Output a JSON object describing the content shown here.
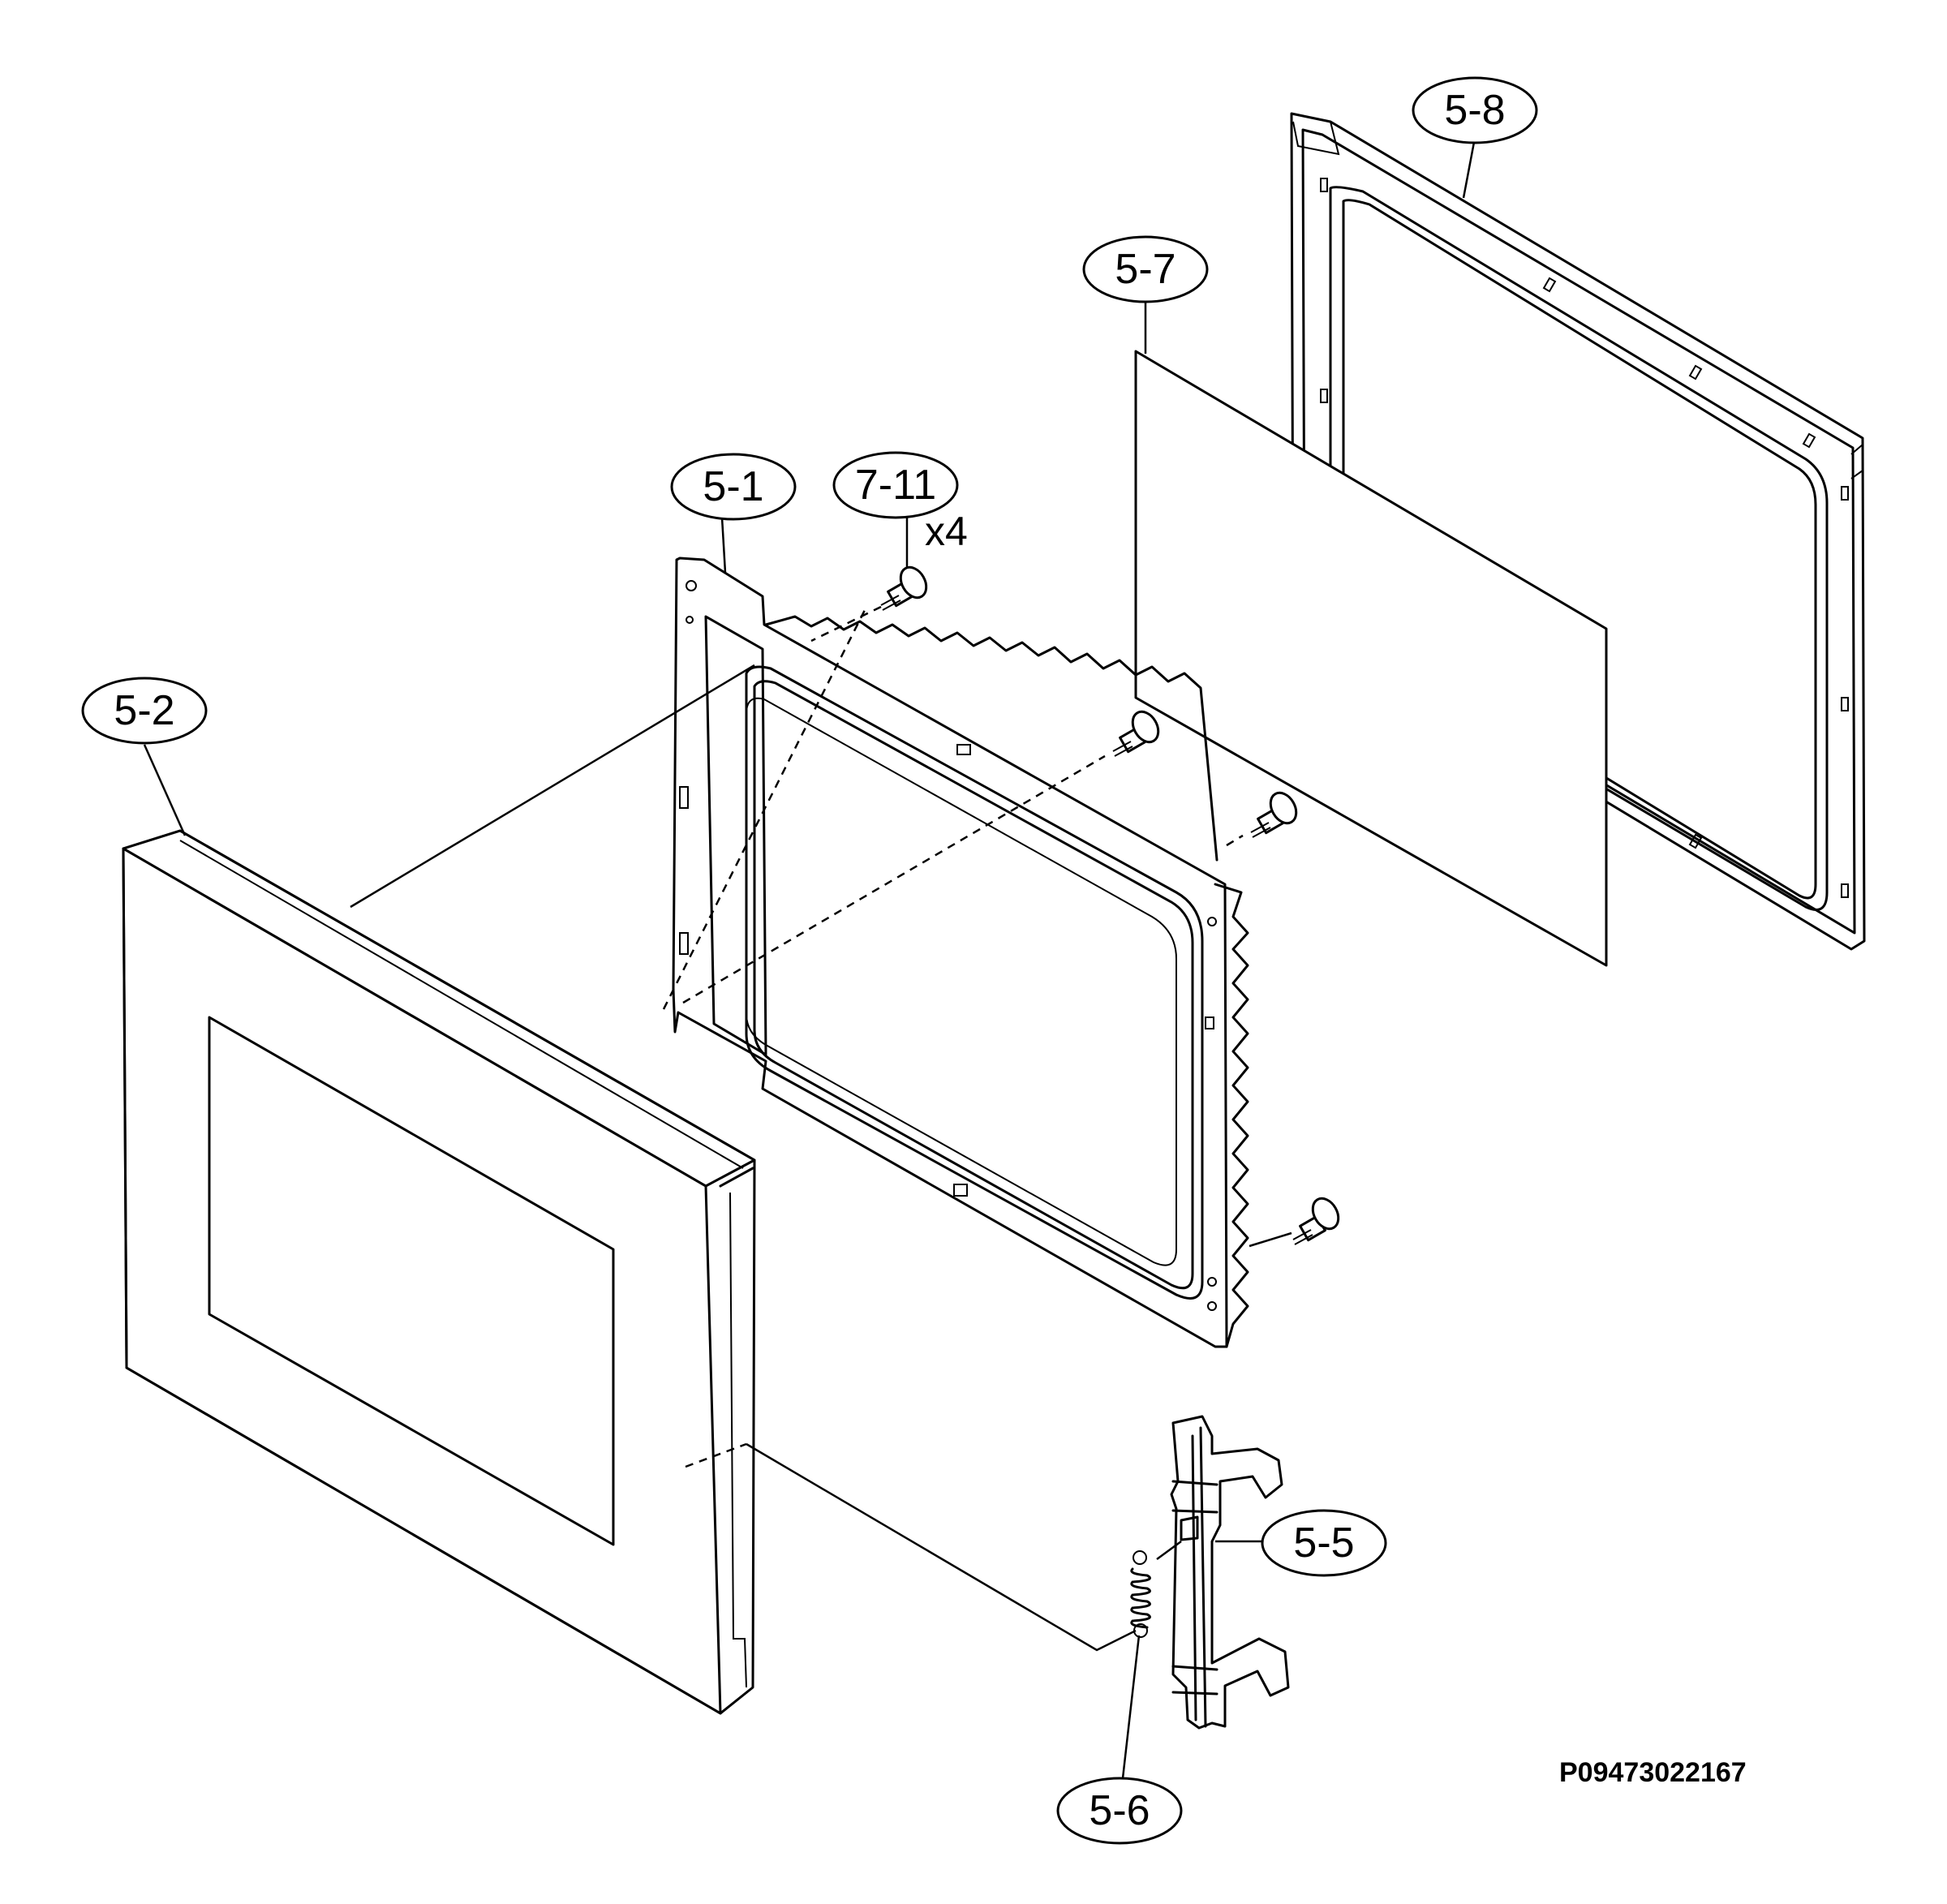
{
  "callouts": {
    "c5_1": "5-1",
    "c5_2": "5-2",
    "c5_5": "5-5",
    "c5_6": "5-6",
    "c5_7": "5-7",
    "c5_8": "5-8",
    "c7_11": "7-11"
  },
  "screw_quantity": "x4",
  "drawing_code": "P09473022167"
}
